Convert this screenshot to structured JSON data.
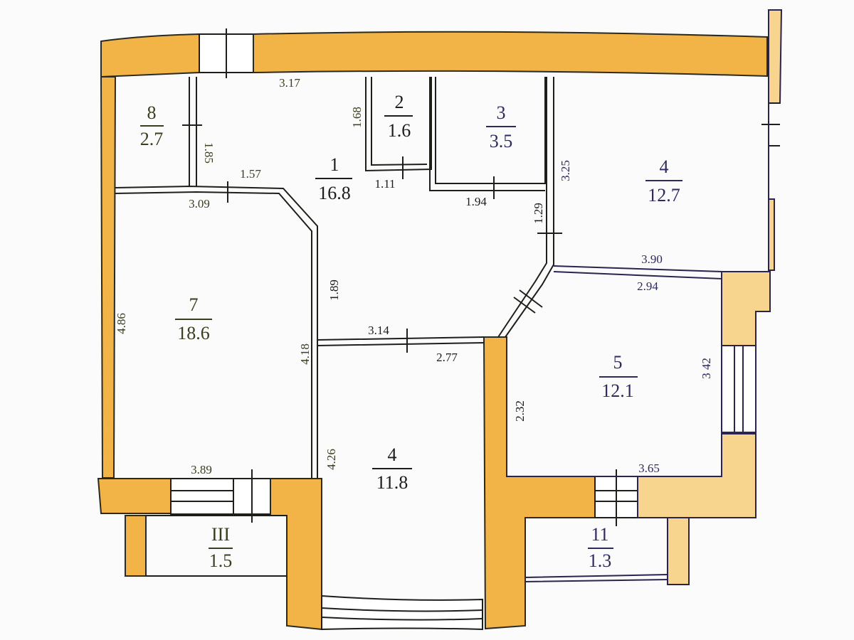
{
  "plan": {
    "wall_color": "#f2b447",
    "wall_color_light": "#f8d58f",
    "rooms": [
      {
        "id": "1",
        "number": "1",
        "area": "16.8"
      },
      {
        "id": "2",
        "number": "2",
        "area": "1.6"
      },
      {
        "id": "3",
        "number": "3",
        "area": "3.5"
      },
      {
        "id": "4a",
        "number": "4",
        "area": "12.7"
      },
      {
        "id": "5",
        "number": "5",
        "area": "12.1"
      },
      {
        "id": "7",
        "number": "7",
        "area": "18.6"
      },
      {
        "id": "8",
        "number": "8",
        "area": "2.7"
      },
      {
        "id": "4b",
        "number": "4",
        "area": "11.8"
      },
      {
        "id": "III",
        "number": "III",
        "area": "1.5"
      },
      {
        "id": "11",
        "number": "11",
        "area": "1.3"
      }
    ],
    "dimensions": {
      "d317": "3.17",
      "d168": "1.68",
      "d185": "1.85",
      "d157": "1.57",
      "d309": "3.09",
      "d111": "1.11",
      "d194": "1.94",
      "d325": "3.25",
      "d129": "1.29",
      "d390": "3.90",
      "d294": "2.94",
      "d189": "1.89",
      "d486": "4.86",
      "d418": "4.18",
      "d314": "3.14",
      "d277": "2.77",
      "d232": "2.32",
      "d342": "3 42",
      "d426": "4.26",
      "d389": "3.89",
      "d365": "3.65"
    }
  }
}
